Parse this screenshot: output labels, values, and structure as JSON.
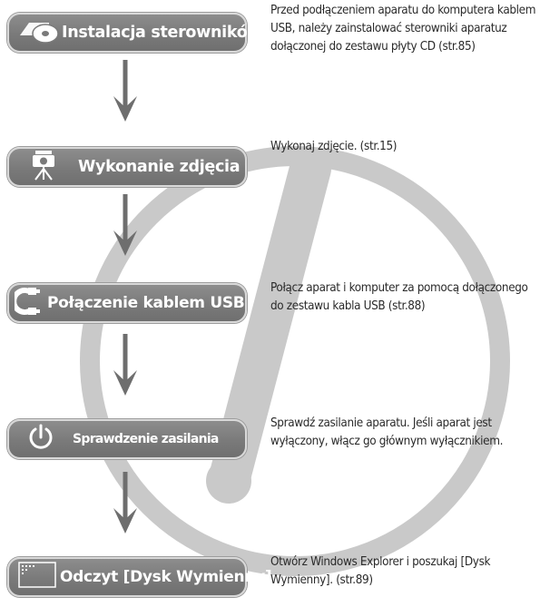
{
  "colors": {
    "box": "#7f7f7f",
    "box_border": "#d9d9d9",
    "arrow": "#6e6e6e",
    "background_ring": "#c8c8c8",
    "text": "#2a2a2a"
  },
  "steps": [
    {
      "label": "Instalacja sterowników",
      "icon": "cd-disc-icon",
      "description": "Przed podłączeniem aparatu do komputera kablem USB, należy zainstalować sterowniki aparatuz dołączonej do zestawu płyty CD (str.85)"
    },
    {
      "label": "Wykonanie zdjęcia",
      "icon": "camera-tripod-icon",
      "description": "Wykonaj zdjęcie. (str.15)"
    },
    {
      "label": "Połączenie kablem USB",
      "icon": "usb-connection-icon",
      "description": "Połącz aparat i komputer za pomocą dołączonego do zestawu kabla USB (str.88)"
    },
    {
      "label": "Sprawdzenie zasilania",
      "icon": "power-icon",
      "description": "Sprawdź zasilanie aparatu. Jeśli aparat jest wyłączony, włącz go głównym wyłącznikiem."
    },
    {
      "label": "Odczyt [Dysk Wymienny]",
      "icon": "removable-disk-icon",
      "description": "Otwórz Windows Explorer i poszukaj [Dysk Wymienny]. (str.89)"
    }
  ]
}
